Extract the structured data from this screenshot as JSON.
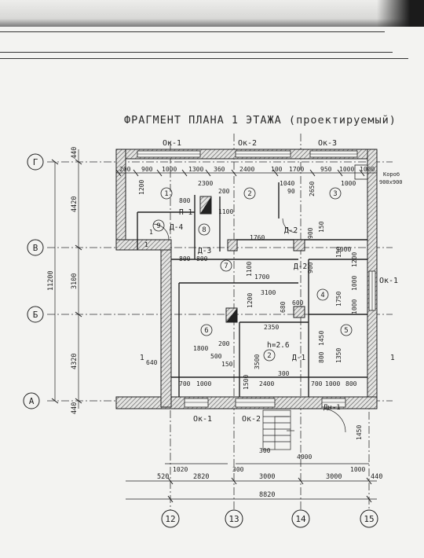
{
  "title": "ФРАГМЕНТ ПЛАНА 1 ЭТАЖА (проектируемый)",
  "grid_axes": {
    "vertical": [
      "12",
      "13",
      "14",
      "15"
    ],
    "horizontal": [
      "Г",
      "В",
      "Б",
      "А"
    ]
  },
  "windows": {
    "top": [
      "Ок-1",
      "Ок-2",
      "Ок-3"
    ],
    "bottom": [
      "Ок-1",
      "Ок-2"
    ],
    "right": "Ок-1",
    "door_bottom": "Дн-1"
  },
  "rooms": [
    "1",
    "2",
    "3",
    "4",
    "5",
    "6",
    "7",
    "8",
    "9",
    "2"
  ],
  "room_height": "h=2.6",
  "doors": [
    "Д-4",
    "Д-3",
    "Д-2",
    "Д-2",
    "Д-1"
  ],
  "partition": "П-1",
  "duct": {
    "label": "Короб",
    "size": "900х900"
  },
  "top_dims": [
    "200",
    "900",
    "1000",
    "1300",
    "360",
    "2400",
    "100",
    "1700",
    "950",
    "1000",
    "1000"
  ],
  "bottom_dims": [
    "520",
    "2820",
    "3000",
    "3000",
    "440"
  ],
  "overall_width": "8820",
  "overall_height": "11200",
  "left_dims": [
    "440",
    "4420",
    "3100",
    "4320",
    "440"
  ],
  "interior_dims": [
    "2300",
    "1040",
    "90",
    "1200",
    "2650",
    "800",
    "200",
    "1100",
    "1760",
    "900",
    "150",
    "150",
    "800",
    "800",
    "1700",
    "1100",
    "900",
    "1000",
    "1750",
    "1000",
    "3100",
    "1200",
    "600",
    "680",
    "2350",
    "1450",
    "1350",
    "800",
    "1800",
    "200",
    "500",
    "150",
    "3500",
    "640",
    "700",
    "1000",
    "2400",
    "300",
    "700",
    "1000",
    "800",
    "1500",
    "1020",
    "300",
    "300",
    "4000",
    "1450",
    "1000",
    "1000",
    "1",
    "1",
    "1200",
    "1000"
  ],
  "section_marks": [
    "1",
    "1"
  ]
}
